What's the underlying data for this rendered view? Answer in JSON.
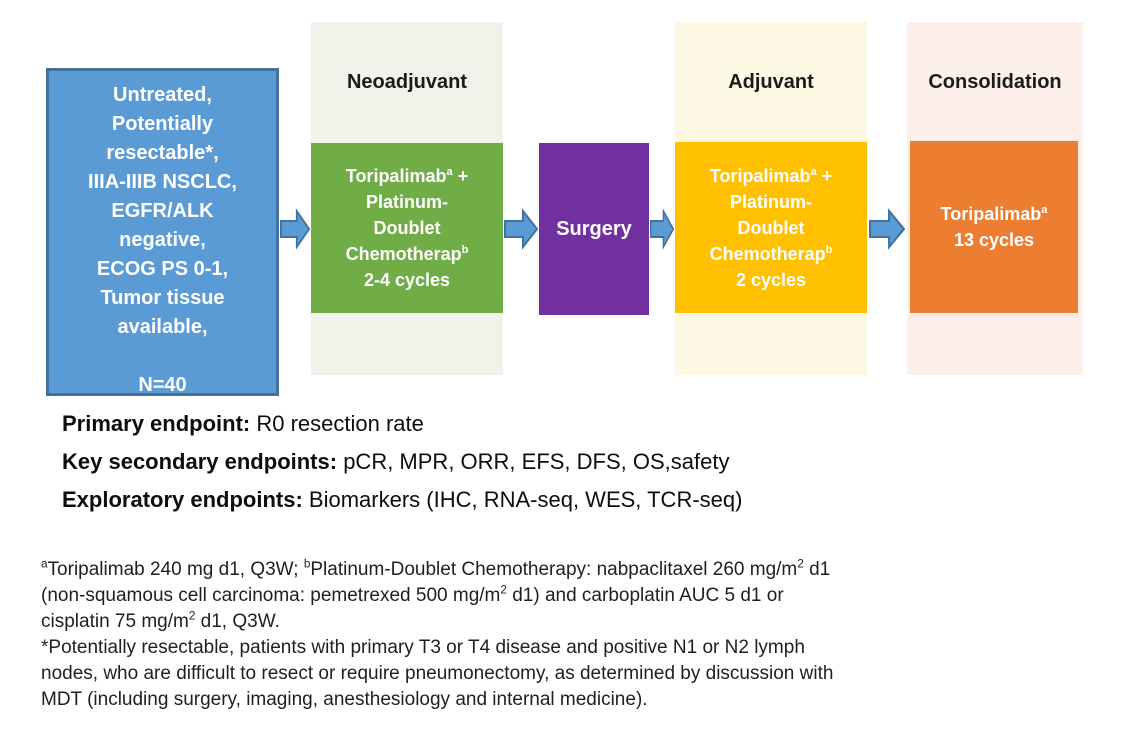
{
  "flow": {
    "patient_box": {
      "text": "Untreated,\nPotentially\nresectable*,\nIIIA-IIIB NSCLC,\nEGFR/ALK\nnegative,\nECOG PS 0-1,\nTumor tissue\navailable,\n\nN=40",
      "fill": "#5B9BD5",
      "border": "#41719C"
    },
    "columns": [
      {
        "header": "Neoadjuvant",
        "bg": "#EFF3EA"
      },
      {
        "header": "Adjuvant",
        "bg": "#FDF8E4"
      },
      {
        "header": "Consolidation",
        "bg": "#FCEEE8"
      }
    ],
    "boxes": {
      "neoadjuvant": {
        "fill": "#70AD47",
        "segments": [
          {
            "t": "Toripalimab"
          },
          {
            "sup": "a"
          },
          {
            "t": " +"
          },
          {
            "br": true
          },
          {
            "t": "Platinum-"
          },
          {
            "br": true
          },
          {
            "t": "Doublet"
          },
          {
            "br": true
          },
          {
            "t": "Chemotherap"
          },
          {
            "sup": "b"
          },
          {
            "br": true
          },
          {
            "t": "2-4 cycles"
          }
        ]
      },
      "surgery": {
        "label": "Surgery",
        "fill": "#7030A0"
      },
      "adjuvant": {
        "fill": "#FFC000",
        "segments": [
          {
            "t": "Toripalimab"
          },
          {
            "sup": "a"
          },
          {
            "t": " +"
          },
          {
            "br": true
          },
          {
            "t": "Platinum-"
          },
          {
            "br": true
          },
          {
            "t": "Doublet"
          },
          {
            "br": true
          },
          {
            "t": "Chemotherap"
          },
          {
            "sup": "b"
          },
          {
            "br": true
          },
          {
            "t": "2 cycles"
          }
        ]
      },
      "consolidation": {
        "fill": "#ED7D31",
        "segments": [
          {
            "t": "Toripalimab"
          },
          {
            "sup": "a"
          },
          {
            "br": true
          },
          {
            "t": "13 cycles"
          }
        ]
      }
    },
    "arrow": {
      "fill": "#5B9BD5",
      "border": "#41719C"
    }
  },
  "endpoints": {
    "primary": {
      "label": "Primary endpoint:",
      "value": " R0 resection rate"
    },
    "secondary": {
      "label": "Key secondary endpoints:",
      "value": " pCR, MPR, ORR, EFS, DFS, OS,safety"
    },
    "exploratory": {
      "label": "Exploratory endpoints:",
      "value": " Biomarkers (IHC, RNA-seq, WES, TCR-seq)"
    }
  },
  "footnotes": {
    "dosing": [
      {
        "sup": "a"
      },
      {
        "t": "Toripalimab 240 mg d1, Q3W; "
      },
      {
        "sup": "b"
      },
      {
        "t": "Platinum-Doublet Chemotherapy: nabpaclitaxel 260 mg/m"
      },
      {
        "sup": "2"
      },
      {
        "t": " d1"
      },
      {
        "br": true
      },
      {
        "t": "(non-squamous cell carcinoma: pemetrexed 500 mg/m"
      },
      {
        "sup": "2"
      },
      {
        "t": " d1) and carboplatin AUC 5 d1 or"
      },
      {
        "br": true
      },
      {
        "t": "cisplatin 75 mg/m"
      },
      {
        "sup": "2"
      },
      {
        "t": " d1, Q3W."
      }
    ],
    "resectable": [
      {
        "t": "*Potentially resectable, patients with primary T3 or T4 disease and positive N1 or N2 lymph"
      },
      {
        "br": true
      },
      {
        "t": "nodes, who are difficult to resect or require pneumonectomy, as determined by discussion with"
      },
      {
        "br": true
      },
      {
        "t": "MDT (including surgery, imaging, anesthesiology and internal medicine)."
      }
    ]
  }
}
